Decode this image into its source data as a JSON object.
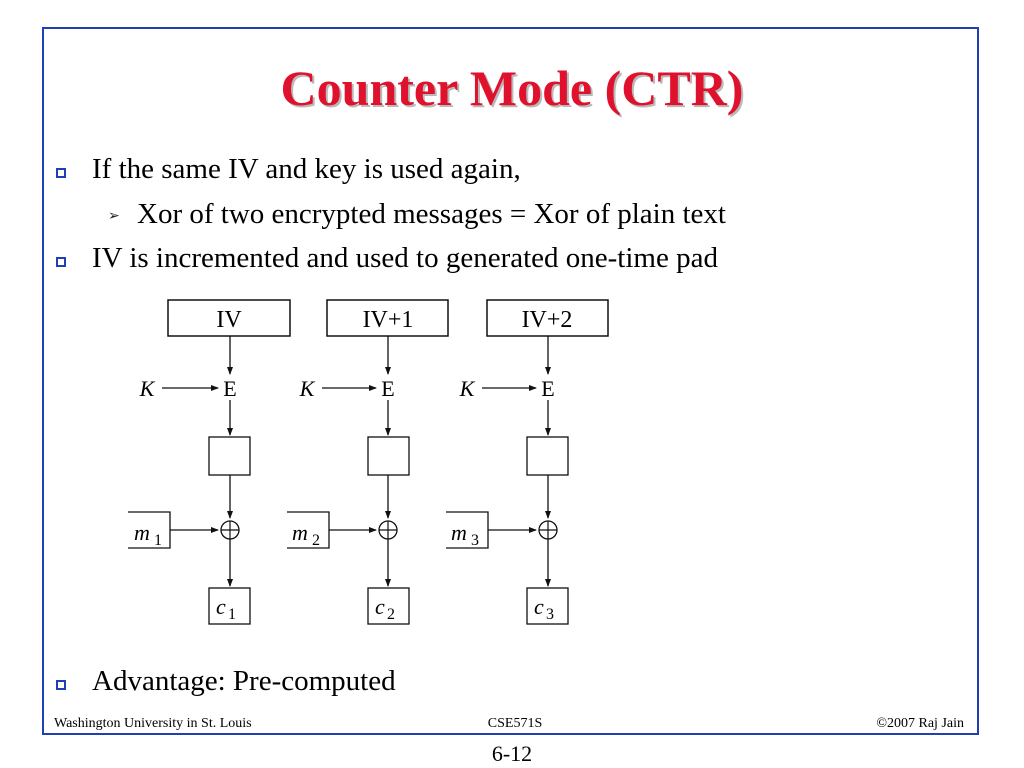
{
  "slide": {
    "title": "Counter Mode (CTR)",
    "bullets": [
      {
        "text": "If the same IV and key is used again,",
        "level": 1
      },
      {
        "text": "Xor of two encrypted messages = Xor of plain text",
        "level": 2
      },
      {
        "text": "IV is incremented and used to generated one-time pad",
        "level": 1
      },
      {
        "text": "Advantage: Pre-computed",
        "level": 1
      }
    ],
    "diagram": {
      "columns": [
        {
          "counter": "IV",
          "key": "K",
          "enc": "E",
          "msg": "m",
          "msg_sub": "1",
          "cipher": "c",
          "cipher_sub": "1"
        },
        {
          "counter": "IV+1",
          "key": "K",
          "enc": "E",
          "msg": "m",
          "msg_sub": "2",
          "cipher": "c",
          "cipher_sub": "2"
        },
        {
          "counter": "IV+2",
          "key": "K",
          "enc": "E",
          "msg": "m",
          "msg_sub": "3",
          "cipher": "c",
          "cipher_sub": "3"
        }
      ],
      "xor_symbol": "⊕"
    }
  },
  "footer": {
    "left": "Washington University in St. Louis",
    "center": "CSE571S",
    "right": "©2007 Raj Jain"
  },
  "page_number": "6-12",
  "colors": {
    "title": "#e0112c",
    "border": "#1f3fb4",
    "bullet_square": "#1f3fb4"
  },
  "icons": {
    "level1_bullet": "hollow-square-icon",
    "level2_bullet": "arrowhead-icon"
  }
}
